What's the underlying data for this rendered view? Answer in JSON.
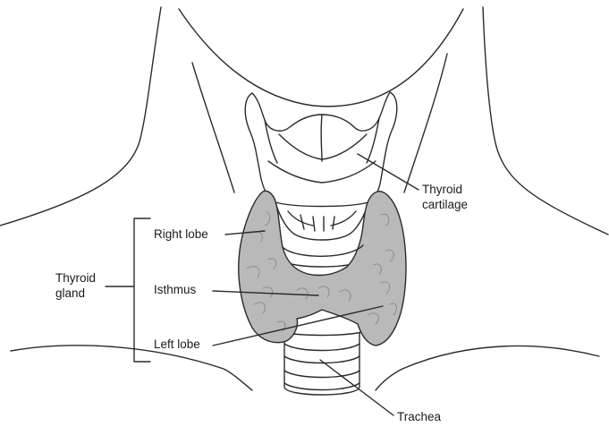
{
  "labels": {
    "thyroid_cartilage_line1": "Thyroid",
    "thyroid_cartilage_line2": "cartilage",
    "right_lobe": "Right lobe",
    "thyroid_gland_line1": "Thyroid",
    "thyroid_gland_line2": "gland",
    "isthmus": "Isthmus",
    "left_lobe": "Left lobe",
    "trachea": "Trachea"
  },
  "colors": {
    "outline": "#2b2b2b",
    "gland_fill": "#b9b9b9",
    "gland_texture": "#8d8d8d",
    "background": "#ffffff"
  }
}
